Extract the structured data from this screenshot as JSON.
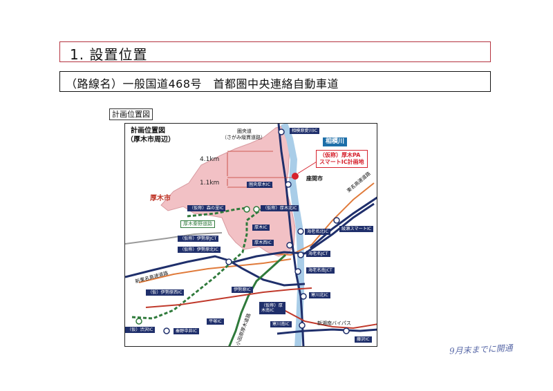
{
  "header": {
    "title": "1. 設置位置",
    "subtitle": "（路線名）一般国道468号　首都圏中央連絡自動車道"
  },
  "map": {
    "caption": "計画位置図",
    "inner_title_line1": "計画位置図",
    "inner_title_line2": "（厚木市周辺）",
    "distance_upper": "4.1km",
    "distance_lower": "1.1km",
    "city_atsugi": "厚木市",
    "city_zama": "座間市",
    "river": "相模川",
    "plan_line1": "（仮称）厚木PA",
    "plan_line2": "スマートIC計画地",
    "road_kenodo_line1": "圏央道",
    "road_kenodo_line2": "（さがみ縦貫道路）",
    "road_hadano": "厚木秦野道路",
    "road_shintomei": "新東名高速道路",
    "road_tomei": "東名高速道路",
    "road_odawara": "小田原厚木道路",
    "road_shinshonan": "新湘南バイパス",
    "ic_labels": {
      "sagamihara_aikawa": "相模原愛川IC",
      "kenodo_atsugi": "圏央厚木IC",
      "morinosato": "（仮称）森の里IC",
      "atsugi_kita": "（仮称）厚木北IC",
      "atsugi": "厚木IC",
      "atsugi_nishi": "厚木西IC",
      "isehara_jct": "（仮称）伊勢原JCT",
      "isehara_kita": "（仮称）伊勢原北IC",
      "isehara_nishi": "（仮）伊勢原西IC",
      "isehara": "伊勢原IC",
      "ebina_kita": "海老名北IC",
      "ayase_smart": "綾瀬スマートIC",
      "ebina_jct": "海老名JCT",
      "ebina_minami_jct": "海老名南JCT",
      "samukawa_kita": "寒川北IC",
      "atsugi_minami": "（仮称）厚木南IC",
      "samukawa_minami": "寒川南IC",
      "hiratsuka": "平塚IC",
      "shibusawa": "（仮）渋沢IC",
      "hadano_nakai": "秦野中井IC",
      "fujisawa": "藤沢IC"
    }
  },
  "handwritten_note": "9月末までに開通",
  "colors": {
    "title_border": "#b4323e",
    "city_fill": "#f2c1c5",
    "river": "#a9cde8",
    "expressway": "#1f2f6b",
    "toll_road": "#2f7a3b",
    "national_road": "#c0392b",
    "prefectural_road": "#e07a3a",
    "plan_marker": "#d6222d",
    "ic_box": "#1f2f6b"
  }
}
